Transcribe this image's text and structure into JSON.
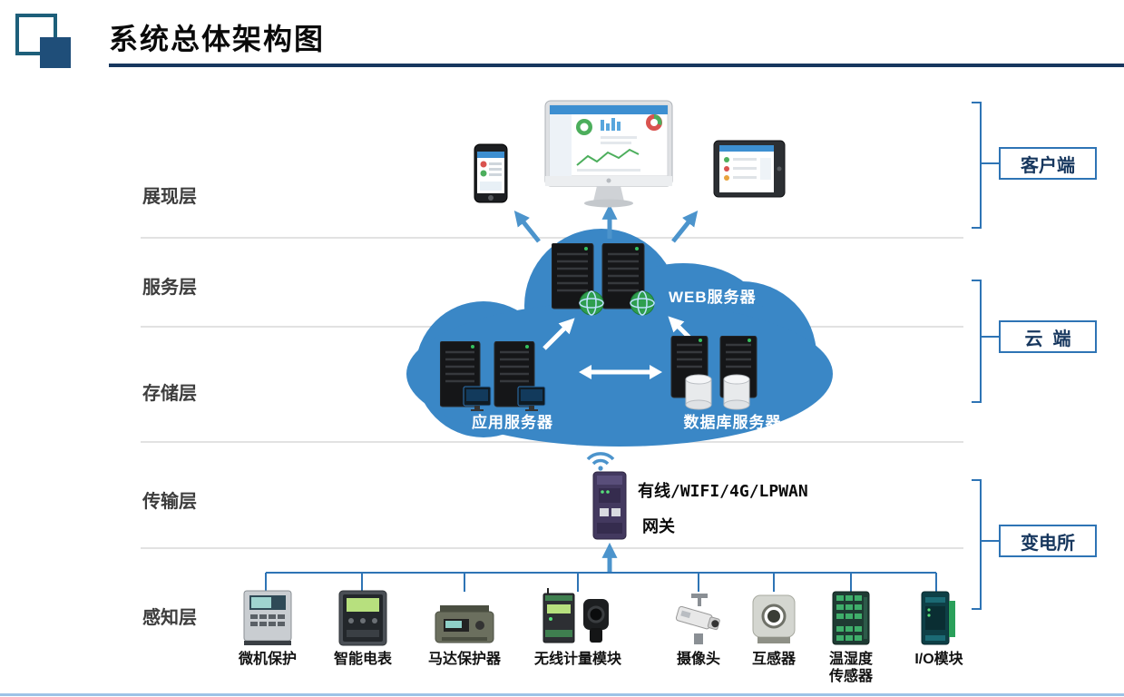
{
  "header": {
    "title": "系统总体架构图"
  },
  "layers": {
    "presentation": "展现层",
    "service": "服务层",
    "storage": "存储层",
    "transmission": "传输层",
    "perception": "感知层"
  },
  "zones": {
    "client": "客户端",
    "cloud": "云  端",
    "substation": "变电所"
  },
  "cloud": {
    "web_server": "WEB服务器",
    "app_server": "应用服务器",
    "db_server": "数据库服务器"
  },
  "gateway": {
    "link_types": "有线/WIFI/4G/LPWAN",
    "label": "网关"
  },
  "devices": [
    {
      "label": "微机保护"
    },
    {
      "label": "智能电表"
    },
    {
      "label": "马达保护器"
    },
    {
      "label": "无线计量模块"
    },
    {
      "label": "摄像头"
    },
    {
      "label": "互感器"
    },
    {
      "label": "温湿度\n传感器"
    },
    {
      "label": "I/O模块"
    }
  ],
  "colors": {
    "cloud_blue": "#3A87C6",
    "line_blue": "#2E74B5",
    "arrow_blue": "#4C94CC",
    "title_rule": "#17375E",
    "bottom_rule": "#9DC3E6"
  }
}
